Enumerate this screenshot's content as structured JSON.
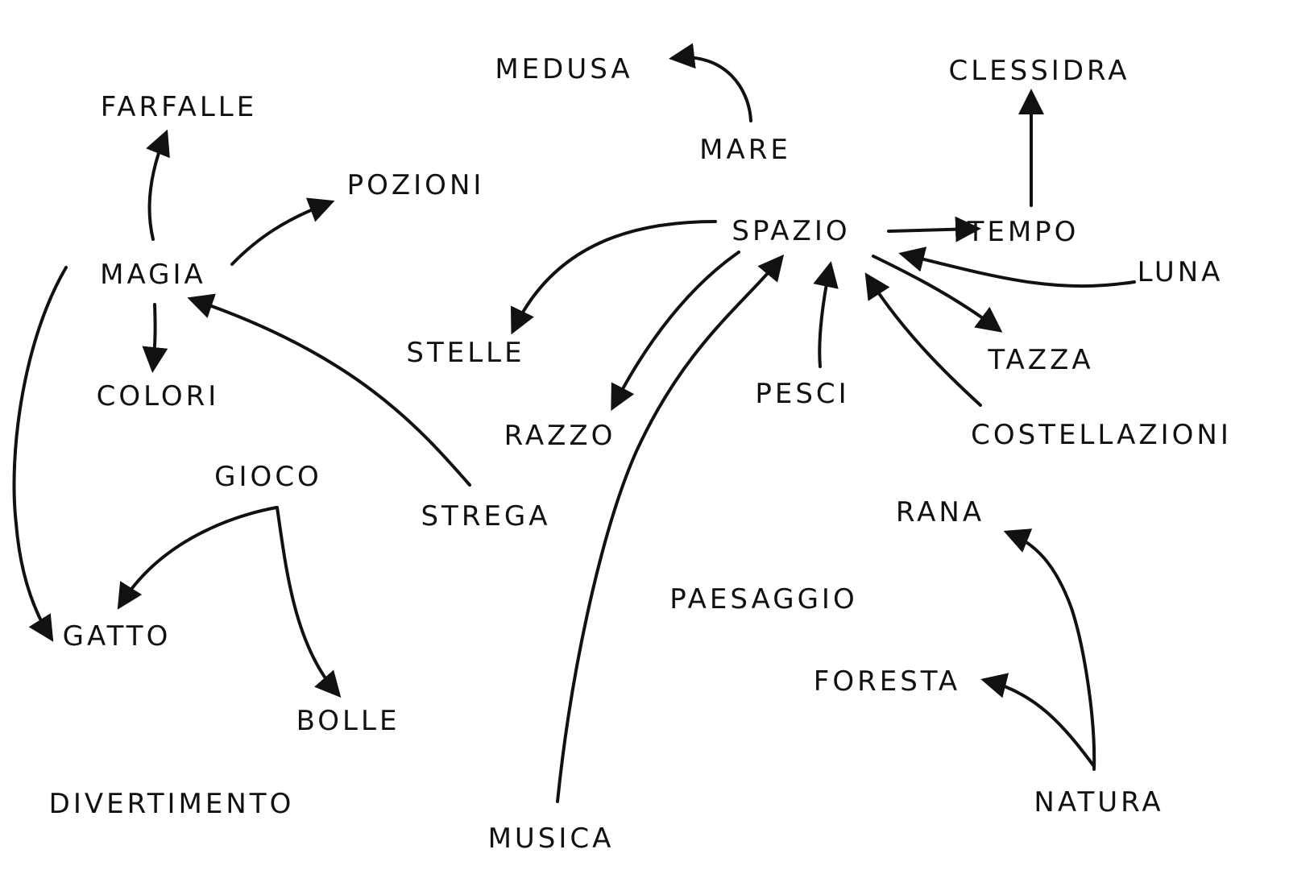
{
  "diagram": {
    "title": "",
    "ink_color": "#111111",
    "background_color": "#ffffff",
    "nodes": {
      "medusa": "MEDUSA",
      "clessidra": "CLESSIDRA",
      "farfalle": "FARFALLE",
      "mare": "MARE",
      "pozioni": "POZIONI",
      "spazio": "SPAZIO",
      "tempo": "TEMPO",
      "magia": "MAGIA",
      "luna": "LUNA",
      "stelle": "STELLE",
      "tazza": "TAZZA",
      "colori": "COLORI",
      "pesci": "PESCI",
      "razzo": "RAZZO",
      "costellazioni": "COSTELLAZIONI",
      "gioco": "GIOCO",
      "strega": "STREGA",
      "rana": "RANA",
      "paesaggio": "PAESAGGIO",
      "gatto": "GATTO",
      "foresta": "FORESTA",
      "bolle": "BOLLE",
      "divertimento": "DIVERTIMENTO",
      "natura": "NATURA",
      "musica": "MUSICA"
    },
    "edges": [
      {
        "from": "mare",
        "to": "medusa"
      },
      {
        "from": "tempo",
        "to": "clessidra"
      },
      {
        "from": "magia",
        "to": "farfalle"
      },
      {
        "from": "magia",
        "to": "pozioni"
      },
      {
        "from": "magia",
        "to": "colori"
      },
      {
        "from": "magia",
        "to": "gatto"
      },
      {
        "from": "strega",
        "to": "magia"
      },
      {
        "from": "spazio",
        "to": "tempo"
      },
      {
        "from": "spazio",
        "to": "stelle"
      },
      {
        "from": "spazio",
        "to": "razzo"
      },
      {
        "from": "spazio",
        "to": "tazza"
      },
      {
        "from": "luna",
        "to": "spazio"
      },
      {
        "from": "pesci",
        "to": "spazio"
      },
      {
        "from": "costellazioni",
        "to": "spazio"
      },
      {
        "from": "musica",
        "to": "spazio"
      },
      {
        "from": "gioco",
        "to": "gatto"
      },
      {
        "from": "gioco",
        "to": "bolle"
      },
      {
        "from": "natura",
        "to": "rana"
      },
      {
        "from": "natura",
        "to": "foresta"
      }
    ]
  }
}
